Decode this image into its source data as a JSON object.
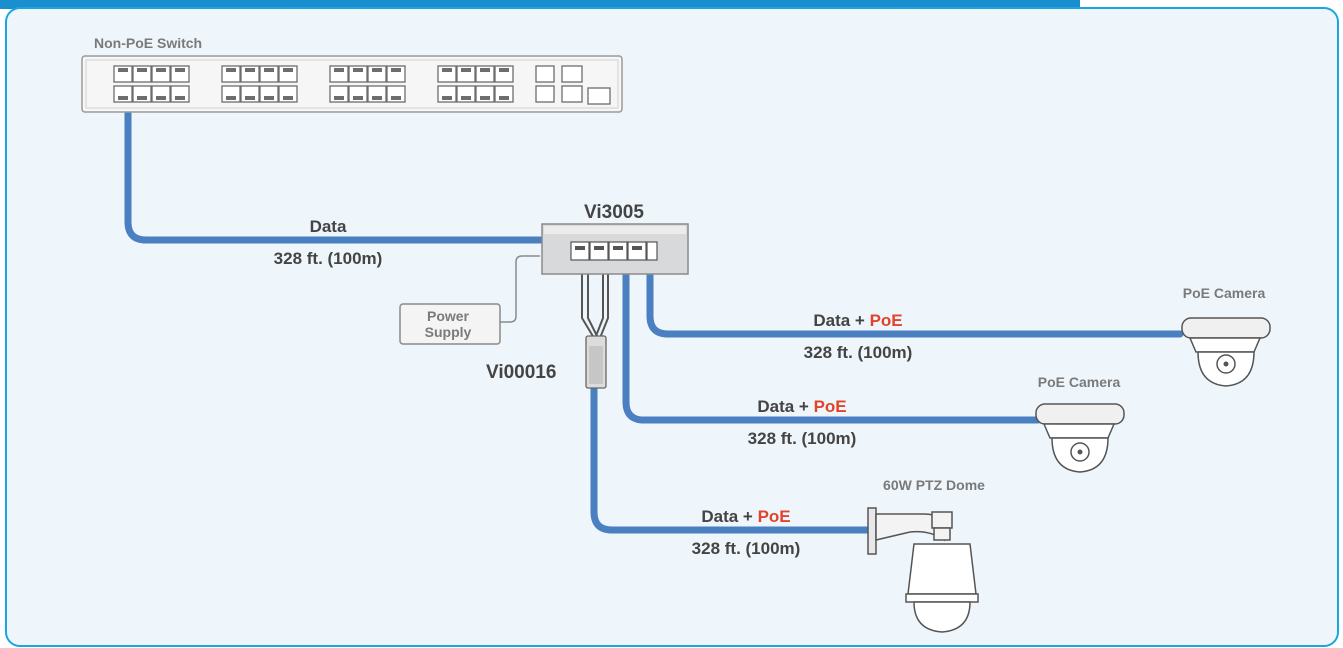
{
  "devices": {
    "switch_label": "Non-PoE Switch",
    "injector_label": "Vi3005",
    "splitter_label": "Vi00016",
    "power_supply_line1": "Power",
    "power_supply_line2": "Supply",
    "camera1_label": "PoE Camera",
    "camera2_label": "PoE Camera",
    "ptz_label": "60W PTZ Dome"
  },
  "links": {
    "uplink_label": "Data",
    "uplink_distance": "328 ft. (100m)",
    "cam1_label_data": "Data + ",
    "cam1_label_poe": "PoE",
    "cam1_distance": "328 ft. (100m)",
    "cam2_label_data": "Data + ",
    "cam2_label_poe": "PoE",
    "cam2_distance": "328 ft. (100m)",
    "ptz_label_data": "Data + ",
    "ptz_label_poe": "PoE",
    "ptz_distance": "328 ft. (100m)"
  },
  "colors": {
    "cable": "#4a7fc1",
    "poe_accent": "#e0452b",
    "panel_bg": "#eef6fc",
    "panel_border": "#1aa6df",
    "text_dark": "#444444",
    "text_gray": "#7a7a7a"
  }
}
